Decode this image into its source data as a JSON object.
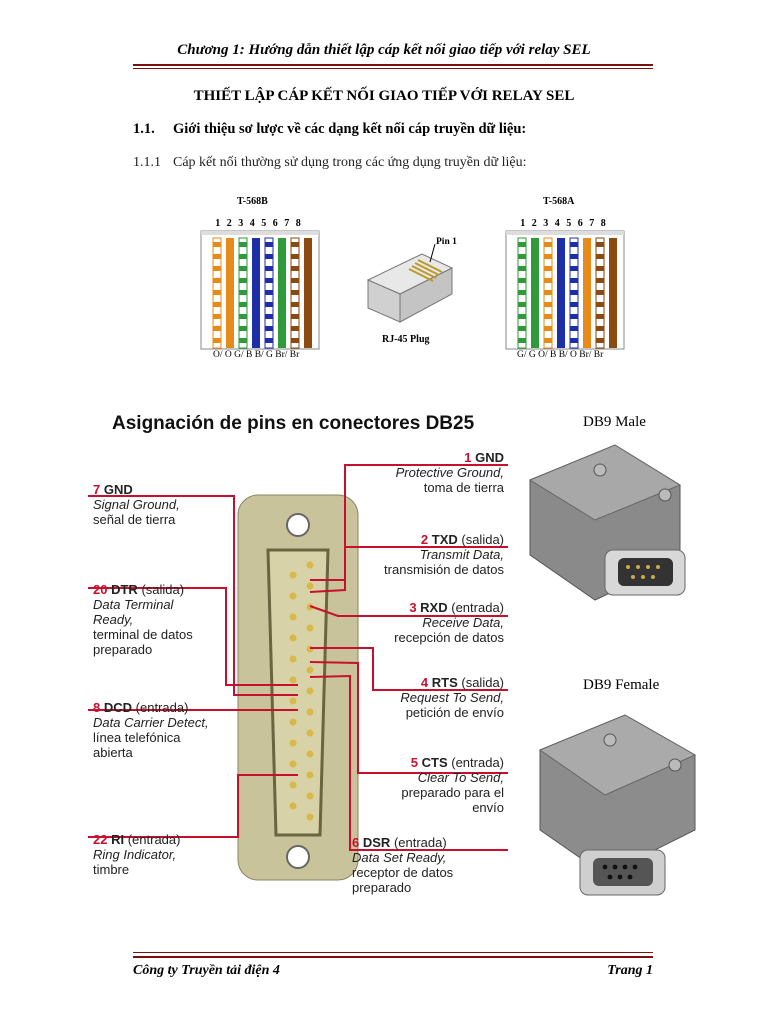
{
  "header": {
    "chapter": "Chương 1: Hướng dẫn thiết lập cáp kết nối giao tiếp với relay SEL"
  },
  "doc_title": "THIẾT LẬP CÁP KẾT NỐI GIAO TIẾP VỚI RELAY SEL",
  "section_1": {
    "number": "1.1.",
    "title": "Giới thiệu sơ lược về các dạng kết nối cáp truyền dữ liệu:"
  },
  "section_1_1": {
    "number": "1.1.1",
    "title": "Cáp kết nối thường sử dụng trong các ứng dụng truyền dữ liệu:"
  },
  "rj45": {
    "left_title": "T-568B",
    "right_title": "T-568A",
    "pin_numbers": [
      "1",
      "2",
      "3",
      "4",
      "5",
      "6",
      "7",
      "8"
    ],
    "plug_pin_label": "Pin 1",
    "plug_caption": "RJ-45 Plug",
    "left_wire_labels": "O/ O G/ B B/ G Br/ Br",
    "right_wire_labels": "G/ G O/ B B/ O Br/ Br",
    "colors": {
      "orange": "#e88a1a",
      "green": "#2e9a3a",
      "blue": "#1c2fa8",
      "brown": "#8a4a10"
    }
  },
  "db25": {
    "title": "Asignación de pins en conectores DB25",
    "line_color": "#c8102e",
    "pins": {
      "p1": {
        "num": "1",
        "name": "GND",
        "desc1": "Protective Ground,",
        "desc2": "toma de tierra"
      },
      "p2": {
        "num": "2",
        "name": "TXD",
        "dir": "(salida)",
        "desc1": "Transmit Data,",
        "desc2": "transmisión de datos"
      },
      "p3": {
        "num": "3",
        "name": "RXD",
        "dir": "(entrada)",
        "desc1": "Receive Data,",
        "desc2": "recepción de datos"
      },
      "p4": {
        "num": "4",
        "name": "RTS",
        "dir": "(salida)",
        "desc1": "Request To Send,",
        "desc2": "petición de envío"
      },
      "p5": {
        "num": "5",
        "name": "CTS",
        "dir": "(entrada)",
        "desc1": "Clear To Send,",
        "desc2": "preparado para el",
        "desc3": "envío"
      },
      "p6": {
        "num": "6",
        "name": "DSR",
        "dir": "(entrada)",
        "desc1": "Data Set Ready,",
        "desc2": "receptor de datos",
        "desc3": "preparado"
      },
      "p7": {
        "num": "7",
        "name": "GND",
        "desc1": "Signal Ground,",
        "desc2": "señal de tierra"
      },
      "p20": {
        "num": "20",
        "name": "DTR",
        "dir": "(salida)",
        "desc1": "Data Terminal",
        "desc1b": "Ready,",
        "desc2": "terminal de datos",
        "desc3": "preparado"
      },
      "p8": {
        "num": "8",
        "name": "DCD",
        "dir": "(entrada)",
        "desc1": "Data Carrier Detect,",
        "desc2": "línea telefónica",
        "desc3": "abierta"
      },
      "p22": {
        "num": "22",
        "name": "RI",
        "dir": "(entrada)",
        "desc1": "Ring Indicator,",
        "desc2": "timbre"
      }
    }
  },
  "db9": {
    "male_caption": "DB9 Male",
    "female_caption": "DB9 Female"
  },
  "footer": {
    "company": "Công ty Truyền tải điện 4",
    "page": "Trang 1"
  }
}
